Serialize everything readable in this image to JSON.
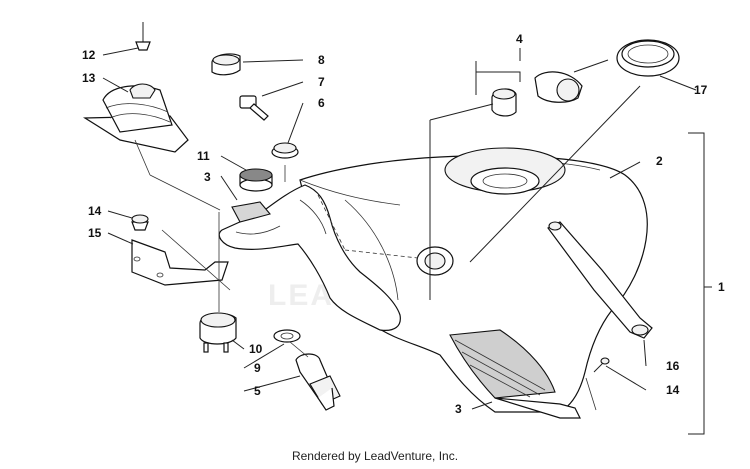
{
  "footer": {
    "text": "Rendered by LeadVenture, Inc."
  },
  "watermark": {
    "text": "LEADVENTURE"
  },
  "callouts": {
    "c1": "1",
    "c2": "2",
    "c3a": "3",
    "c3b": "3",
    "c4": "4",
    "c5": "5",
    "c6": "6",
    "c7": "7",
    "c8": "8",
    "c9": "9",
    "c10": "10",
    "c11": "11",
    "c12": "12",
    "c13": "13",
    "c14a": "14",
    "c14b": "14",
    "c15": "15",
    "c16": "16",
    "c17": "17"
  }
}
